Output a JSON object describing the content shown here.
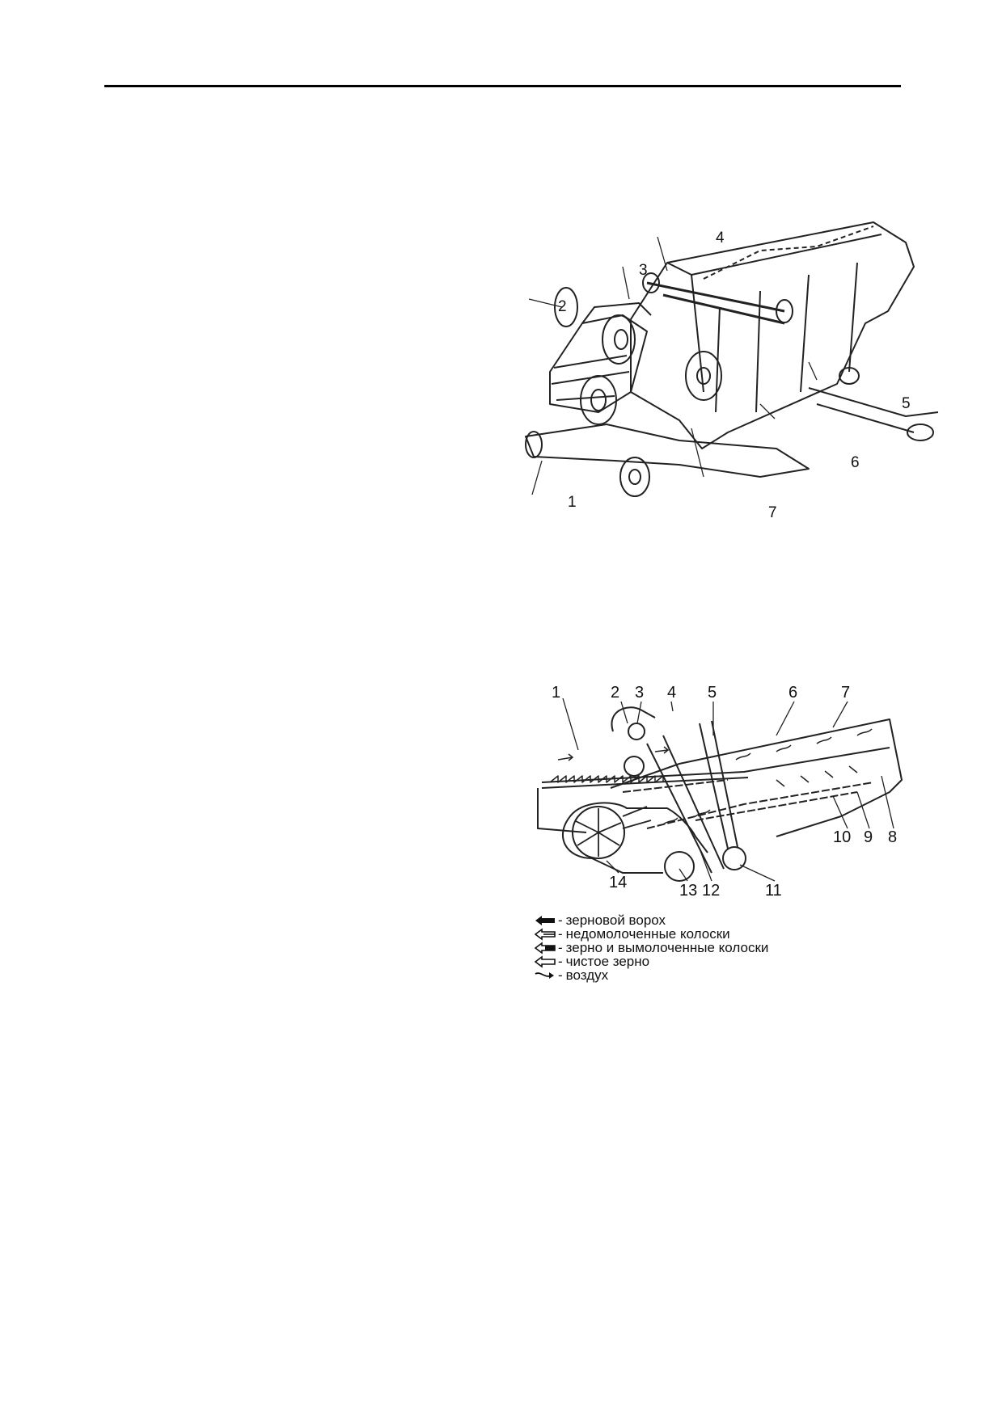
{
  "figure1": {
    "callouts": [
      "1",
      "2",
      "3",
      "4",
      "5",
      "6",
      "7"
    ]
  },
  "figure2": {
    "callouts": [
      "1",
      "2",
      "3",
      "4",
      "5",
      "6",
      "7",
      "8",
      "9",
      "10",
      "11",
      "12",
      "13",
      "14"
    ],
    "legend": [
      {
        "icon": "solid-arrow-icon",
        "dash": "-",
        "label": "зерновой ворох"
      },
      {
        "icon": "double-line-arrow-icon",
        "dash": "-",
        "label": "недомолоченные колоски"
      },
      {
        "icon": "half-filled-arrow-icon",
        "dash": "-",
        "label": "зерно и вымолоченные колоски"
      },
      {
        "icon": "hollow-arrow-icon",
        "dash": "-",
        "label": "чистое зерно"
      },
      {
        "icon": "air-flow-arrow-icon",
        "dash": "-",
        "label": "воздух"
      }
    ]
  }
}
